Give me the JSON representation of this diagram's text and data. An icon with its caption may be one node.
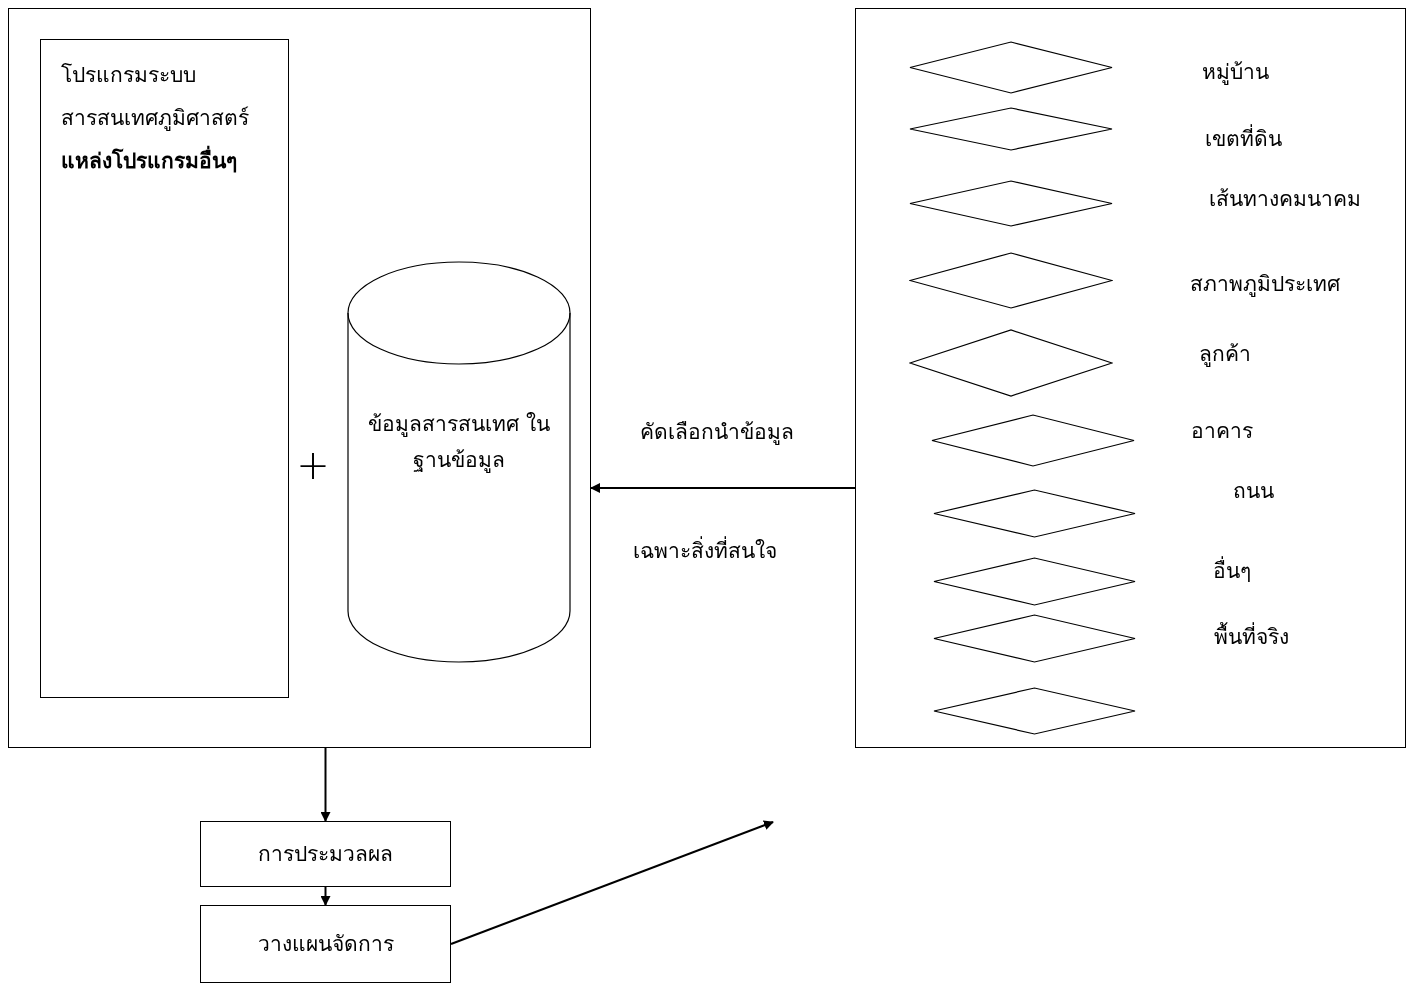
{
  "diagram": {
    "nodes": [
      {
        "text": [],
        "shape": "box"
      },
      {
        "text": [
          "โปรแกรมระบบสารสนเทศภูมิศาสตร์",
          "แหล่งโปรแกรมอื่นๆ"
        ],
        "in": 0
      },
      {
        "text": [
          "ข้อมูลสารสนเทศ ในฐานข้อมูล"
        ],
        "in": 0
      },
      {
        "text": [],
        "shape": "box"
      },
      {
        "text": [],
        "shape": "diamond",
        "in": 3
      },
      {
        "text": [],
        "shape": "diamond",
        "in": 3
      },
      {
        "text": [],
        "shape": "diamond",
        "in": 3
      },
      {
        "text": [],
        "shape": "diamond",
        "in": 3
      },
      {
        "text": [],
        "shape": "diamond",
        "in": 3
      },
      {
        "text": [],
        "shape": "diamond",
        "in": 3
      },
      {
        "text": [],
        "shape": "diamond",
        "in": 3
      },
      {
        "text": [],
        "shape": "diamond",
        "in": 3
      },
      {
        "text": [],
        "shape": "diamond",
        "in": 3
      },
      {
        "text": [],
        "shape": "diamond",
        "in": 3
      },
      {
        "text": [
          "การประมวลผล"
        ]
      },
      {
        "text": [
          "วางแผนจัดการ"
        ]
      }
    ],
    "edges": [
      {
        "from": 0,
        "to": 14,
        "arrow": "to"
      },
      {
        "from": 14,
        "to": 15,
        "arrow": "to"
      },
      {
        "from": 15,
        "to": null,
        "arrow": "to"
      },
      {
        "from": 3,
        "to": 0,
        "arrow": "to"
      }
    ],
    "labels": [
      "หมู่บ้าน",
      "เขตที่ดิน",
      "เส้นทางคมนาคม",
      "สภาพภูมิประเทศ",
      "ลูกค้า",
      "อาคาร",
      "คัดเลือกนำข้อมูล",
      "+",
      "ถนน",
      "เฉพาะสิ่งที่สนใจ",
      "อื่นๆ",
      "พื้นที่จริง"
    ]
  }
}
